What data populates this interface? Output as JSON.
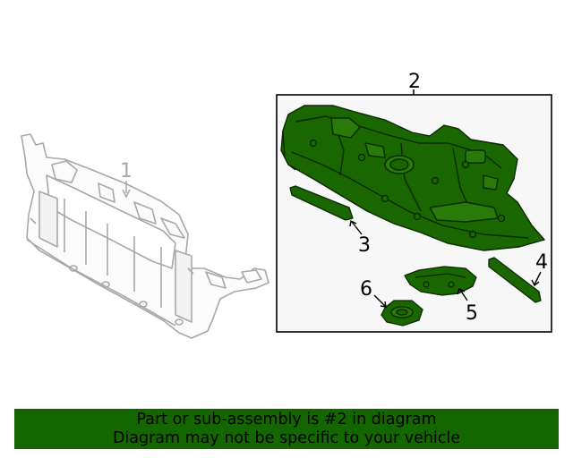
{
  "diagram": {
    "callouts": [
      "1",
      "2",
      "3",
      "4",
      "5",
      "6"
    ],
    "colors": {
      "highlight": "#1a6600",
      "highlight_line": "#0a2a00",
      "context_line": "#a8a8a8",
      "box_fill": "#f7f7f7",
      "box_border": "#000000"
    },
    "highlighted_callout": "2"
  },
  "banner": {
    "line1": "Part or sub-assembly is #2 in diagram",
    "line2": "Diagram may not be specific to your vehicle",
    "background": "#146600"
  }
}
